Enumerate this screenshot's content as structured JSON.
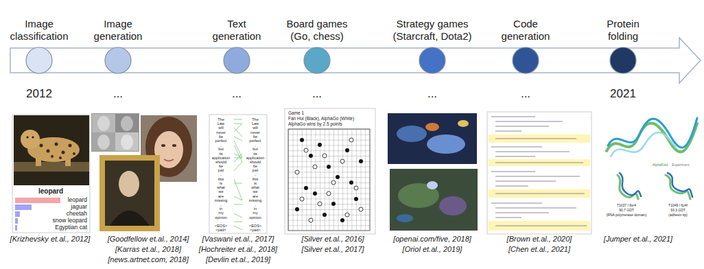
{
  "diagram": {
    "nodes": [
      {
        "text": [
          "Image classification"
        ]
      },
      {
        "text": [
          "Image generation"
        ]
      },
      {
        "text": [
          "Text generation"
        ]
      },
      {
        "text": [
          "Board games (Go, chess)"
        ]
      },
      {
        "text": [
          "Strategy games (Starcraft, Dota2)"
        ]
      },
      {
        "text": [
          "Code generation"
        ]
      },
      {
        "text": [
          "Protein folding"
        ]
      }
    ],
    "labels": [
      "2012",
      "...",
      "...",
      "...",
      "...",
      "...",
      "2021",
      "leopard",
      "leopard",
      "jaguar",
      "cheetah",
      "snow leopard",
      "Egyptian cat",
      "The",
      "Law",
      "will",
      "never",
      "be",
      "perfect",
      ",",
      "but",
      "its",
      "application",
      "should",
      "be",
      "just",
      "-",
      "this",
      "is",
      "what",
      "we",
      "are",
      "missing",
      ",",
      "in",
      "my",
      "opinion",
      ".",
      "<EOS>",
      "<pad>",
      "The",
      "Law",
      "will",
      "never",
      "be",
      "perfect",
      ",",
      "but",
      "its",
      "application",
      "should",
      "be",
      "just",
      "-",
      "this",
      "is",
      "what",
      "we",
      "are",
      "missing",
      ",",
      "in",
      "my",
      "opinion",
      ".",
      "<EOS>",
      "<pad>",
      "Game 1",
      "Fan Hui (Black), AlphaGo (White)",
      "AlphaGo wins by 2.5 points",
      "AlphaFold",
      "Experiment",
      "T1037 / 6vr4",
      "90.7 GDT",
      "(RNA polymerase domain)",
      "T1049 / 6y4f",
      "93.3 GDT",
      "(adhesin tip)",
      "[Krizhevsky et.al., 2012]",
      "[Goodfellow et.al., 2014]",
      "[Karras et.al., 2018]",
      "[news.artnet.com, 2018]",
      "[Vaswani et.al., 2017]",
      "[Hochreiter et.al., 2018]",
      "[Devlin et.al., 2019]",
      "[Silver et.al., 2016]",
      "[Silver et.al., 2017]",
      "[openai.com/five, 2018]",
      "[Oriol et.al., 2019]",
      "[Brown et.al., 2020]",
      "[Chen et.al., 2021]",
      "[Jumper et.al., 2021]"
    ]
  }
}
